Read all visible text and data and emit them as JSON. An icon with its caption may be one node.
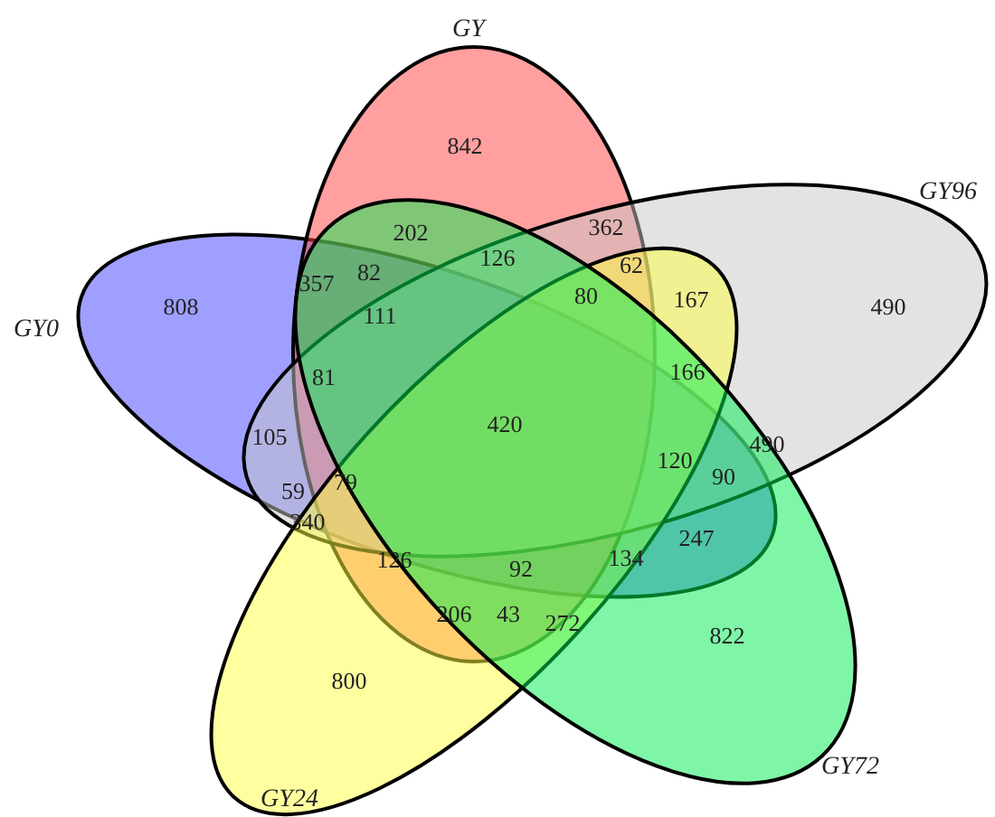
{
  "diagram": {
    "nodes": [
      {
        "text": [
          "GY0"
        ]
      },
      {
        "text": [
          "GY"
        ]
      },
      {
        "text": [
          "GY96"
        ]
      },
      {
        "text": [
          "GY24"
        ]
      },
      {
        "text": [
          "GY72"
        ]
      }
    ],
    "edges": [],
    "labels": [
      "842",
      "362",
      "202",
      "126",
      "62",
      "82",
      "357",
      "80",
      "167",
      "490",
      "808",
      "111",
      "166",
      "81",
      "420",
      "105",
      "490",
      "120",
      "90",
      "79",
      "59",
      "340",
      "247",
      "134",
      "126",
      "92",
      "206",
      "43",
      "272",
      "822",
      "800"
    ]
  }
}
